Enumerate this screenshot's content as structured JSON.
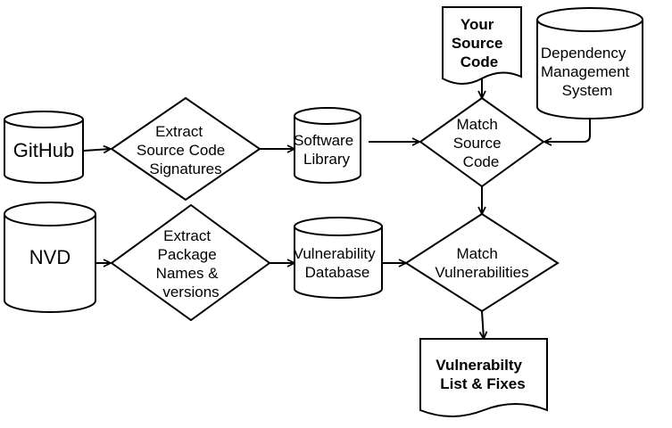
{
  "nodes": {
    "github": {
      "lines": [
        "GitHub"
      ]
    },
    "nvd": {
      "lines": [
        "NVD"
      ]
    },
    "extract_signatures": {
      "lines": [
        "Extract",
        "Source Code",
        "Signatures"
      ]
    },
    "extract_packages": {
      "lines": [
        "Extract",
        "Package",
        "Names &",
        "versions"
      ]
    },
    "software_library": {
      "lines": [
        "Software",
        "Library"
      ]
    },
    "vulnerability_database": {
      "lines": [
        "Vulnerability",
        "Database"
      ]
    },
    "your_source_code": {
      "lines": [
        "Your",
        "Source",
        "Code"
      ]
    },
    "dependency_management": {
      "lines": [
        "Dependency",
        "Management",
        "System"
      ]
    },
    "match_source_code": {
      "lines": [
        "Match",
        "Source",
        "Code"
      ]
    },
    "match_vulnerabilities": {
      "lines": [
        "Match",
        "Vulnerabilities"
      ]
    },
    "vulnerability_list": {
      "lines": [
        "Vulnerabilty",
        "List & Fixes"
      ]
    }
  }
}
